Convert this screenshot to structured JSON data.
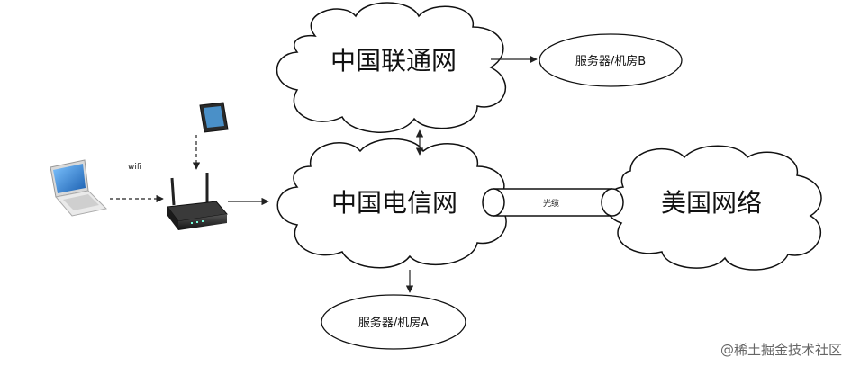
{
  "clouds": {
    "unicom": "中国联通网",
    "telecom": "中国电信网",
    "usa": "美国网络"
  },
  "servers": {
    "a": "服务器/机房A",
    "b": "服务器/机房B"
  },
  "labels": {
    "wifi": "wifi",
    "fiber": "光缆"
  },
  "watermark": "@稀土掘金技术社区"
}
